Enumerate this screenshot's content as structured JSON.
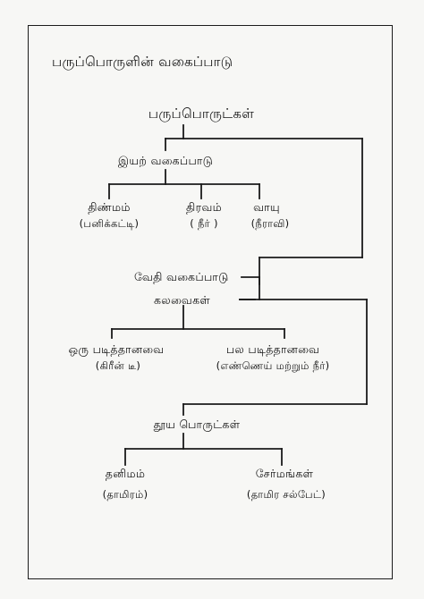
{
  "heading": "பருப்பொருளின் வகைப்பாடு",
  "root": "பருப்பொருட்கள்",
  "physical": {
    "label": "இயற் வகைப்பாடு",
    "items": [
      {
        "name": "திண்மம்",
        "example": "(பனிக்கட்டி)"
      },
      {
        "name": "திரவம்",
        "example": "( நீர் )"
      },
      {
        "name": "வாயு",
        "example": "(நீராவி)"
      }
    ]
  },
  "chemical": {
    "label": "வேதி வகைப்பாடு",
    "mixtures": {
      "label": "கலவைகள்",
      "items": [
        {
          "name": "ஒரு படித்தானவை",
          "example": "(கிரீன் டீ)"
        },
        {
          "name": "பல படித்தானவை",
          "example": "(எண்ணெய் மற்றும் நீர்)"
        }
      ]
    },
    "pure": {
      "label": "தூய பொருட்கள்",
      "items": [
        {
          "name": "தனிமம்",
          "example": "(தாமிரம்)"
        },
        {
          "name": "சேர்மங்கள்",
          "example": "(தாமிர சல்பேட்)"
        }
      ]
    }
  }
}
